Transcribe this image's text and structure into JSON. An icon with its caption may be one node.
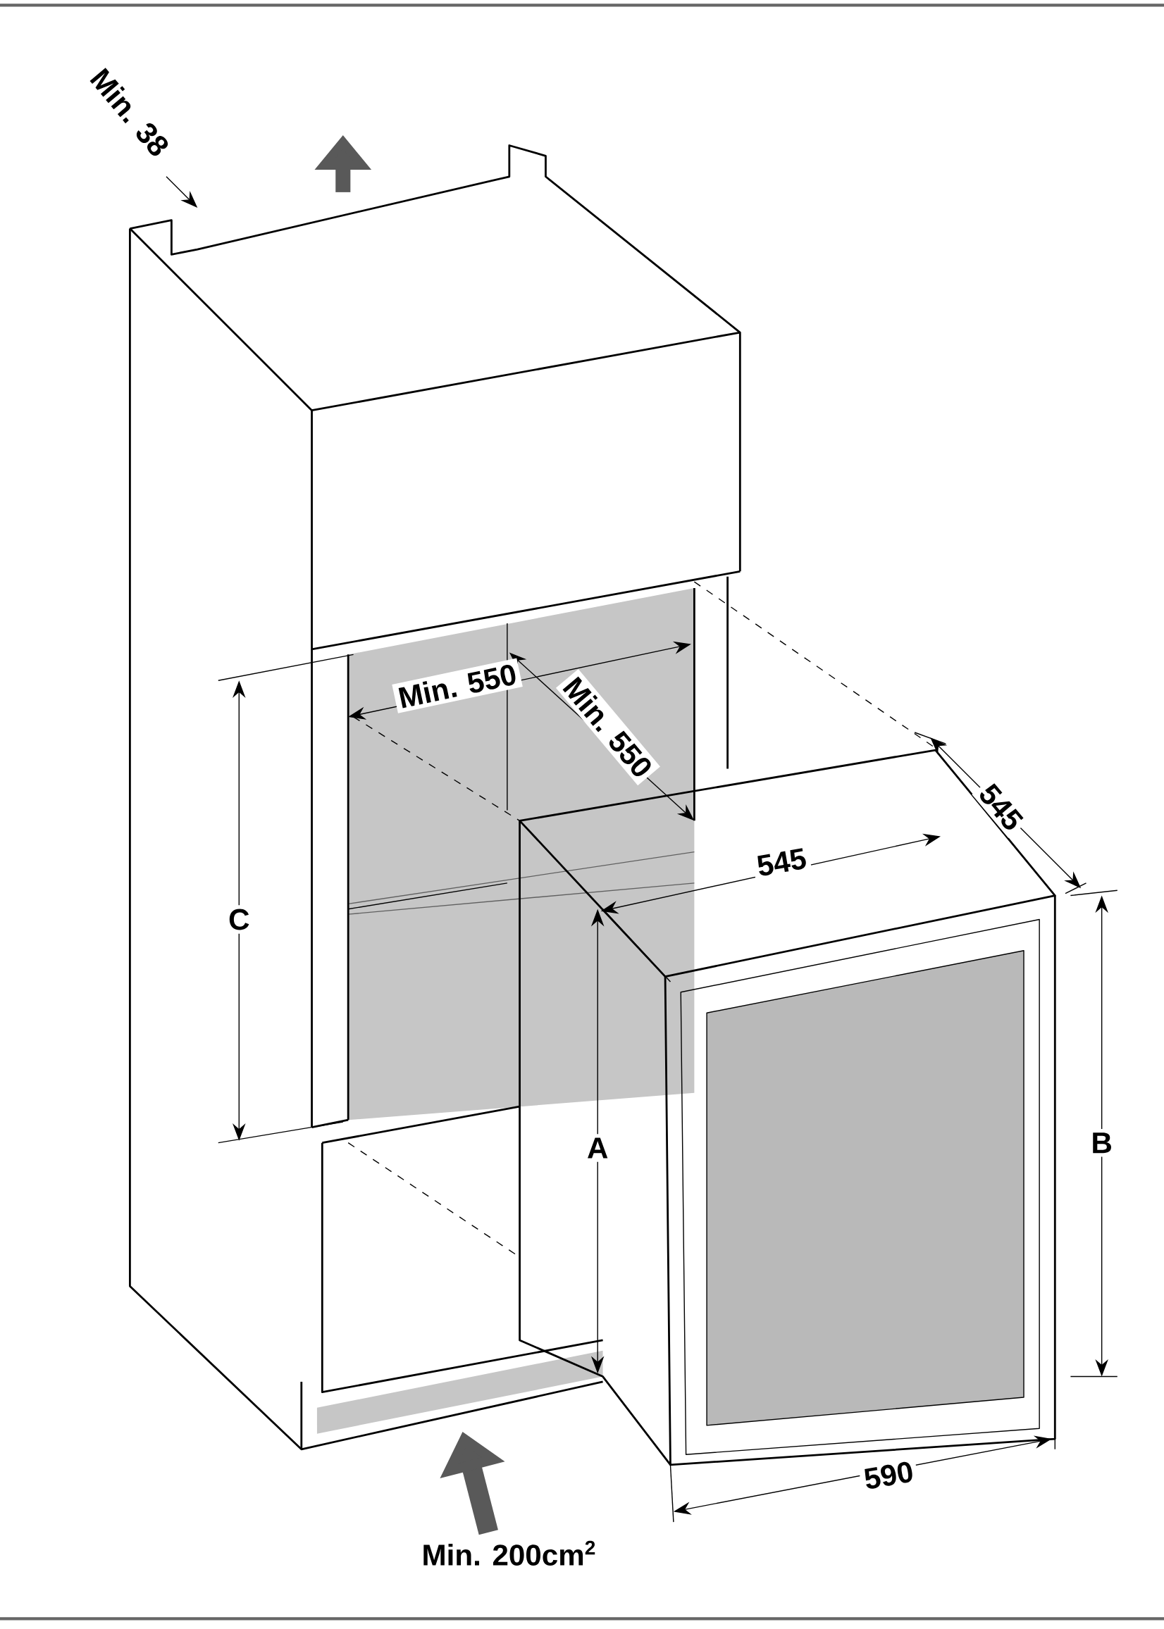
{
  "diagram": {
    "labels": [
      "Min. 38",
      "Min. 550",
      "Min. 550",
      "545",
      "545",
      "C",
      "A",
      "B",
      "590",
      "Min. 200cm$^{2}$"
    ]
  }
}
